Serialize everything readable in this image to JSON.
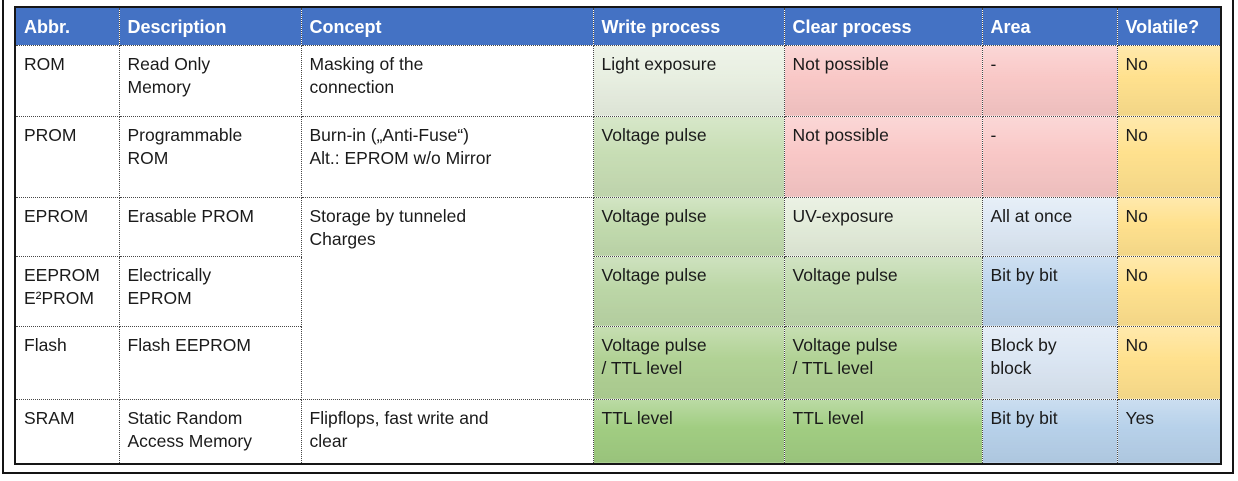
{
  "table": {
    "header": {
      "bg": "#4472c4",
      "text_color": "#ffffff",
      "columns": {
        "abbr": "Abbr.",
        "description": "Description",
        "concept": "Concept",
        "write": "Write process",
        "clear": "Clear process",
        "area": "Area",
        "volatile": "Volatile?"
      }
    },
    "rows": [
      {
        "abbr": "ROM",
        "description": "Read Only\nMemory",
        "concept": "Masking of the\nconnection",
        "write": {
          "text": "Light exposure",
          "bg": "#e8efe1"
        },
        "clear": {
          "text": "Not possible",
          "bg": "#f9c8c7"
        },
        "area": {
          "text": "-",
          "bg": "#f9c8c7"
        },
        "volatile": {
          "text": "No",
          "bg": "#ffe18e"
        }
      },
      {
        "abbr": "PROM",
        "description": "Programmable\nROM",
        "concept": "Burn-in („Anti-Fuse“)\nAlt.: EPROM w/o Mirror",
        "write": {
          "text": "Voltage pulse",
          "bg": "#c8deb5"
        },
        "clear": {
          "text": "Not possible",
          "bg": "#f9c8c7"
        },
        "area": {
          "text": "-",
          "bg": "#f9c8c7"
        },
        "volatile": {
          "text": "No",
          "bg": "#ffe18e"
        }
      },
      {
        "abbr": "EPROM",
        "description": "Erasable PROM",
        "concept": "Storage by tunneled\nCharges",
        "write": {
          "text": "Voltage pulse",
          "bg": "#c2dbae"
        },
        "clear": {
          "text": "UV-exposure",
          "bg": "#e3ecda"
        },
        "area": {
          "text": "All at once",
          "bg": "#dde8f4"
        },
        "volatile": {
          "text": "No",
          "bg": "#ffe18e"
        }
      },
      {
        "abbr": "EEPROM\nE²PROM",
        "description": "Electrically\nEPROM",
        "write": {
          "text": "Voltage pulse",
          "bg": "#bcd7a7"
        },
        "clear": {
          "text": "Voltage pulse",
          "bg": "#c0d9ad"
        },
        "area": {
          "text": "Bit by bit",
          "bg": "#bcd4ec"
        },
        "volatile": {
          "text": "No",
          "bg": "#ffe18e"
        }
      },
      {
        "abbr": "Flash",
        "description": "Flash EEPROM",
        "write": {
          "text": "Voltage pulse\n/ TTL level",
          "bg": "#b1d295"
        },
        "clear": {
          "text": "Voltage pulse\n/ TTL level",
          "bg": "#b1d295"
        },
        "area": {
          "text": "Block by\nblock",
          "bg": "#dbe6f3"
        },
        "volatile": {
          "text": "No",
          "bg": "#ffe18e"
        }
      },
      {
        "abbr": "SRAM",
        "description": "Static Random\nAccess Memory",
        "concept": "Flipflops, fast write and\nclear",
        "write": {
          "text": "TTL level",
          "bg": "#a1cd82"
        },
        "clear": {
          "text": "TTL level",
          "bg": "#a1cd82"
        },
        "area": {
          "text": "Bit by bit",
          "bg": "#b7d1ea"
        },
        "volatile": {
          "text": "Yes",
          "bg": "#b7d1ea"
        }
      }
    ]
  }
}
